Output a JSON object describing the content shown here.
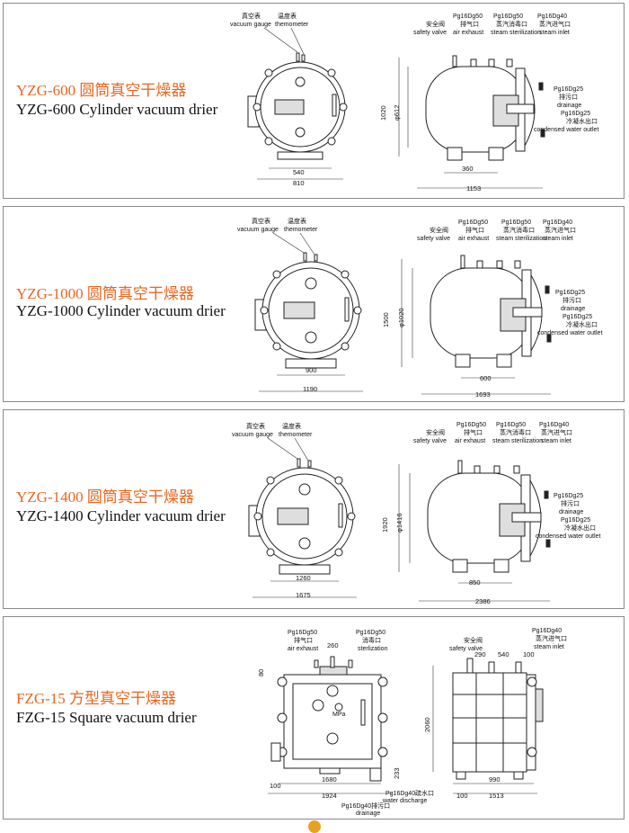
{
  "panels": [
    {
      "title_cn": "YZG-600 圆筒真空干燥器",
      "title_en": "YZG-600 Cylinder vacuum drier",
      "left_labels": {
        "vg_cn": "真空表",
        "vg_en": "vacuum gauge",
        "th_cn": "温度表",
        "th_en": "themometer"
      },
      "top_labels": {
        "safety_cn": "安全阀",
        "safety_en": "safety valve",
        "exhaust_pg": "Pg16Dg50",
        "exhaust_cn": "排气口",
        "exhaust_en": "air exhaust",
        "steril_pg": "Pg16Dg50",
        "steril_cn": "蒸汽消毒口",
        "steril_en": "steam sterilization",
        "inlet_pg": "Pg16Dg40",
        "inlet_cn": "蒸汽进气口",
        "inlet_en": "steam inlet"
      },
      "side_labels": {
        "drain_pg": "Pg16Dg25",
        "drain_cn": "排污口",
        "drain_en": "drainage",
        "cond_pg": "Pg16Dg25",
        "cond_cn": "冷凝水出口",
        "cond_en": "condensed water outlet"
      },
      "dims": {
        "a": "540",
        "b": "810",
        "c": "1020",
        "d": "φ612",
        "e": "360",
        "f": "1153"
      }
    },
    {
      "title_cn": "YZG-1000 圆筒真空干燥器",
      "title_en": "YZG-1000 Cylinder vacuum drier",
      "left_labels": {
        "vg_cn": "真空表",
        "vg_en": "vacuum gauge",
        "th_cn": "温度表",
        "th_en": "themometer"
      },
      "top_labels": {
        "safety_cn": "安全阀",
        "safety_en": "safety valve",
        "exhaust_pg": "Pg16Dg50",
        "exhaust_cn": "排气口",
        "exhaust_en": "air exhaust",
        "steril_pg": "Pg16Dg50",
        "steril_cn": "蒸汽消毒口",
        "steril_en": "steam sterilization",
        "inlet_pg": "Pg16Dg40",
        "inlet_cn": "蒸汽进气口",
        "inlet_en": "steam inlet"
      },
      "side_labels": {
        "drain_pg": "Pg16Dg25",
        "drain_cn": "排污口",
        "drain_en": "drainage",
        "cond_pg": "Pg16Dg25",
        "cond_cn": "冷凝水出口",
        "cond_en": "condensed water outlet"
      },
      "dims": {
        "a": "900",
        "b": "1190",
        "c": "1500",
        "d": "φ1020",
        "e": "600",
        "f": "1693"
      }
    },
    {
      "title_cn": "YZG-1400 圆筒真空干燥器",
      "title_en": "YZG-1400 Cylinder vacuum drier",
      "left_labels": {
        "vg_cn": "真空表",
        "vg_en": "vacuum gauge",
        "th_cn": "温度表",
        "th_en": "themometer"
      },
      "top_labels": {
        "safety_cn": "安全阀",
        "safety_en": "safety valve",
        "exhaust_pg": "Pg16Dg50",
        "exhaust_cn": "排气口",
        "exhaust_en": "air exhaust",
        "steril_pg": "Pg16Dg50",
        "steril_cn": "蒸汽消毒口",
        "steril_en": "steam sterilization",
        "inlet_pg": "Pg16Dg40",
        "inlet_cn": "蒸汽进气口",
        "inlet_en": "steam inlet"
      },
      "side_labels": {
        "drain_pg": "Pg16Dg25",
        "drain_cn": "排污口",
        "drain_en": "drainage",
        "cond_pg": "Pg16Dg25",
        "cond_cn": "冷凝水出口",
        "cond_en": "condensed water outlet"
      },
      "dims": {
        "a": "1260",
        "b": "1675",
        "c": "1920",
        "d": "φ1416",
        "e": "850",
        "f": "2386"
      }
    }
  ],
  "fzg": {
    "title_cn": "FZG-15 方型真空干燥器",
    "title_en": "FZG-15 Square vacuum drier",
    "front": {
      "exhaust_pg": "Pg16Dg50",
      "exhaust_cn": "排气口",
      "exhaust_en": "air exhaust",
      "steril_pg": "Pg16Dg50",
      "steril_cn": "消毒口",
      "steril_en": "sterlization",
      "drain_pg": "Pg16Dg40排污口",
      "drain_en": "drainage",
      "water_pg": "Pg16Dg40",
      "water_cn": "疏水口",
      "water_en": "water discharge",
      "gauge": "MPa",
      "d80": "80",
      "d260": "260",
      "d233": "233",
      "d100": "100",
      "d1680": "1680",
      "d1924": "1924"
    },
    "side": {
      "safety_cn": "安全阀",
      "safety_en": "safety valve",
      "inlet_pg": "Pg16Dg40",
      "inlet_cn": "蒸汽进气口",
      "inlet_en": "steam inlet",
      "d290": "290",
      "d540": "540",
      "d100": "100",
      "d2060": "2060",
      "d990": "990",
      "d1513": "1513",
      "d100b": "100"
    }
  }
}
